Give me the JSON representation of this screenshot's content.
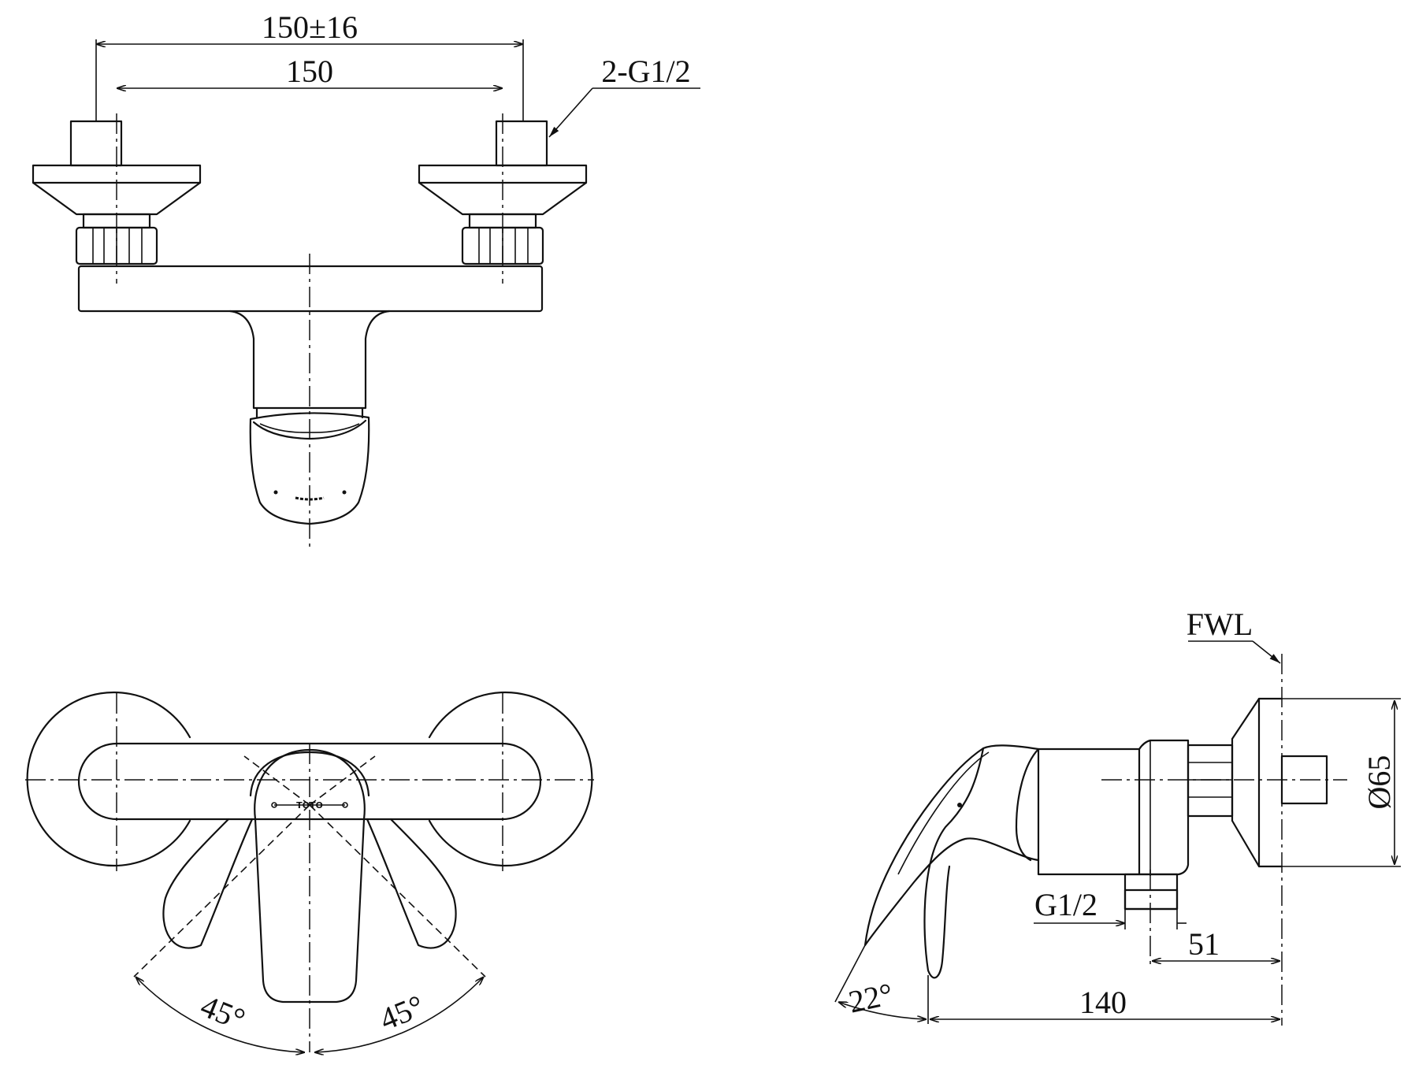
{
  "labels": {
    "top_width_tolerance": "150±16",
    "top_width": "150",
    "inlet_thread": "2-G1/2",
    "angle_left": "45°",
    "angle_right": "45°",
    "fwl": "FWL",
    "outlet_thread": "G1/2",
    "diameter": "Ø65",
    "depth_51": "51",
    "depth_140": "140",
    "lever_angle": "22°",
    "logo": "TOTO"
  }
}
